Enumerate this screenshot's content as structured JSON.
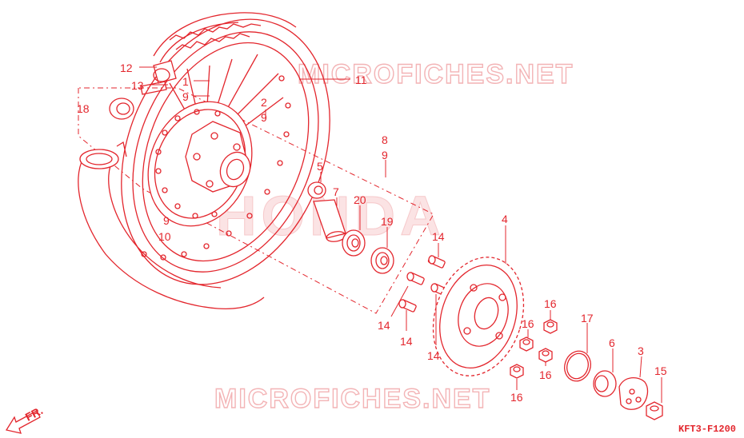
{
  "diagram": {
    "watermarks": {
      "top": "MICROFICHES.NET",
      "bottom": "MICROFICHES.NET",
      "brand": "HONDA"
    },
    "code": "KFT3-F1200",
    "direction_label": "FR.",
    "callouts": [
      "12",
      "13",
      "1",
      "9",
      "18",
      "11",
      "2",
      "9",
      "8",
      "9",
      "5",
      "7",
      "20",
      "19",
      "4",
      "9",
      "10",
      "14",
      "14",
      "14",
      "14",
      "16",
      "16",
      "16",
      "16",
      "17",
      "6",
      "3",
      "15"
    ]
  },
  "colors": {
    "line": "#e3262d",
    "watermark": "#f3b4b6"
  }
}
